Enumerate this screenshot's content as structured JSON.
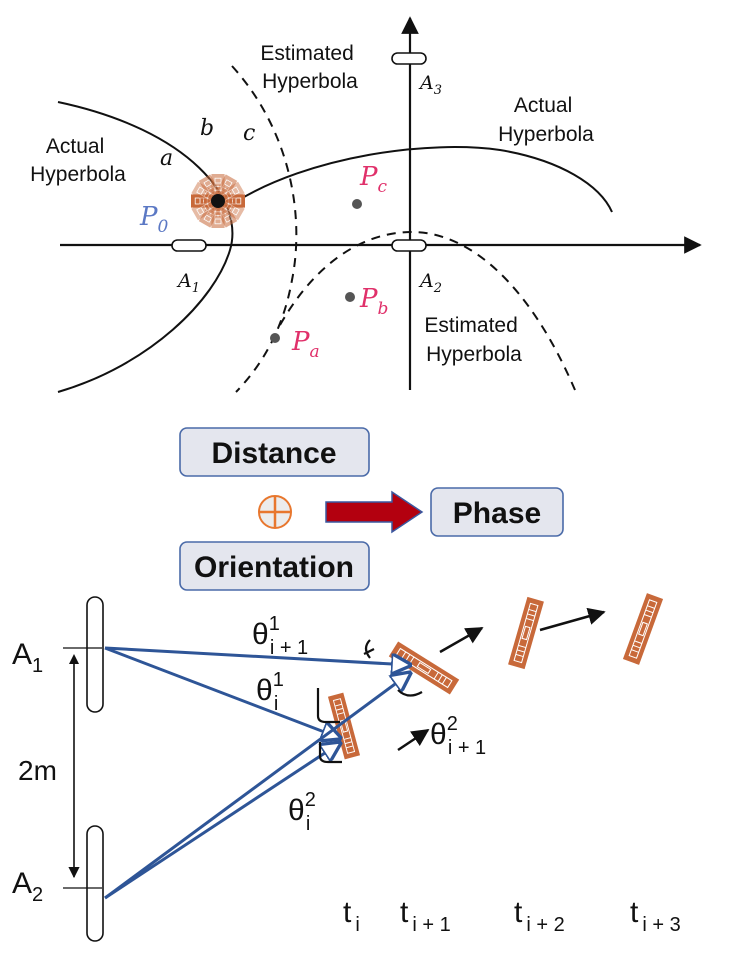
{
  "top_diagram": {
    "labels": {
      "estimated_hyperbola_top": [
        "Estimated",
        "Hyperbola"
      ],
      "estimated_hyperbola_bottom": [
        "Estimated",
        "Hyperbola"
      ],
      "actual_hyperbola_left": [
        "Actual",
        "Hyperbola"
      ],
      "actual_hyperbola_right": [
        "Actual",
        "Hyperbola"
      ],
      "antenna_a1": "A",
      "antenna_a1_sub": "1",
      "antenna_a2": "A",
      "antenna_a2_sub": "2",
      "antenna_a3": "A",
      "antenna_a3_sub": "3",
      "point_p0": "P",
      "point_p0_sub": "0",
      "point_pa": "P",
      "point_pa_sub": "a",
      "point_pb": "P",
      "point_pb_sub": "b",
      "point_pc": "P",
      "point_pc_sub": "c",
      "tag_a": "a",
      "tag_b": "b",
      "tag_c": "c"
    }
  },
  "middle_diagram": {
    "distance_label": "Distance",
    "orientation_label": "Orientation",
    "phase_label": "Phase",
    "plus_symbol": "+"
  },
  "bottom_diagram": {
    "antenna_a1": "A",
    "antenna_a1_sub": "1",
    "antenna_a2": "A",
    "antenna_a2_sub": "2",
    "separation": "2m",
    "theta": "θ",
    "theta_i_sup1": "1",
    "theta_i_sub": "i",
    "theta_i1_sup1": "1",
    "theta_i1_sub": "i + 1",
    "theta_i_sup2": "2",
    "theta_i1_sup2": "2",
    "times": [
      {
        "t": "t",
        "sub": "i"
      },
      {
        "t": "t",
        "sub": "i + 1"
      },
      {
        "t": "t",
        "sub": "i + 2"
      },
      {
        "t": "t",
        "sub": "i + 3"
      }
    ]
  },
  "colors": {
    "tag_copper": "#c8693a",
    "tag_light": "#e0b49c",
    "arrow_blue": "#2e5597",
    "phase_arrow_red": "#b3000f",
    "box_fill": "#e4e6ee",
    "box_border": "#4a6aa8",
    "plus_orange": "#e8772e",
    "point_pink": "#e0306a",
    "point_blue": "#5b78c4"
  }
}
